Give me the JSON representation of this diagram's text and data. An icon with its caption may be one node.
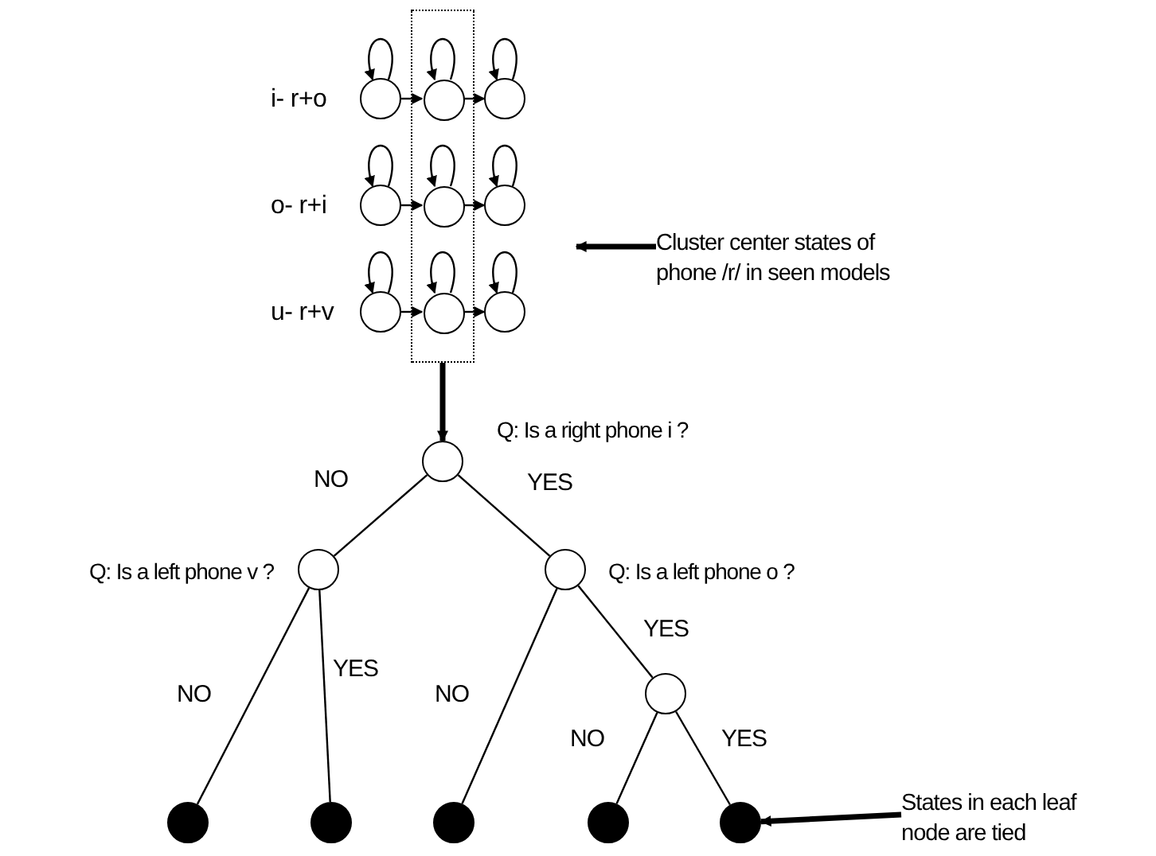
{
  "diagram": {
    "nodes": [
      {
        "text": [],
        "shape": "box"
      },
      {
        "text": [],
        "shape": "circle"
      },
      {
        "text": [],
        "shape": "circle",
        "in": 0
      },
      {
        "text": [],
        "shape": "circle"
      },
      {
        "text": [],
        "shape": "circle"
      },
      {
        "text": [],
        "shape": "circle",
        "in": 0
      },
      {
        "text": [],
        "shape": "circle"
      },
      {
        "text": [],
        "shape": "circle"
      },
      {
        "text": [],
        "shape": "circle",
        "in": 0
      },
      {
        "text": [],
        "shape": "circle"
      },
      {
        "text": [
          "Cluster center states of phone /r/ in seen models"
        ]
      },
      {
        "text": [],
        "shape": "circle",
        "beside": [
          "Q: Is a right phone i ?"
        ]
      },
      {
        "text": [],
        "shape": "circle",
        "beside": [
          "Q: Is a left phone v ?"
        ]
      },
      {
        "text": [],
        "shape": "circle",
        "beside": [
          "Q: Is a left phone o ?"
        ]
      },
      {
        "text": [],
        "shape": "circle"
      },
      {
        "text": [],
        "shape": "circle"
      },
      {
        "text": [],
        "shape": "circle"
      },
      {
        "text": [],
        "shape": "circle"
      },
      {
        "text": [],
        "shape": "circle"
      },
      {
        "text": [],
        "shape": "circle"
      },
      {
        "text": [
          "States in each leaf node are tied"
        ]
      }
    ],
    "edges": [
      {
        "from": 1,
        "to": 1,
        "arrow": "to"
      },
      {
        "from": 2,
        "to": 2,
        "arrow": "to"
      },
      {
        "from": 3,
        "to": 3,
        "arrow": "to"
      },
      {
        "from": 4,
        "to": 4,
        "arrow": "to"
      },
      {
        "from": 5,
        "to": 5,
        "arrow": "to"
      },
      {
        "from": 6,
        "to": 6,
        "arrow": "to"
      },
      {
        "from": 7,
        "to": 7,
        "arrow": "to"
      },
      {
        "from": 8,
        "to": 8,
        "arrow": "to"
      },
      {
        "from": 9,
        "to": 9,
        "arrow": "to"
      },
      {
        "from": 1,
        "to": 2,
        "arrow": "to"
      },
      {
        "from": 2,
        "to": 3,
        "arrow": "to"
      },
      {
        "from": 4,
        "to": 5,
        "arrow": "to"
      },
      {
        "from": 5,
        "to": 6,
        "arrow": "to"
      },
      {
        "from": 7,
        "to": 8,
        "arrow": "to"
      },
      {
        "from": 8,
        "to": 9,
        "arrow": "to"
      },
      {
        "from": 0,
        "to": 11,
        "arrow": "to",
        "style": "thick"
      },
      {
        "from": 10,
        "to": null,
        "arrow": "to",
        "style": "thick"
      },
      {
        "from": 11,
        "to": 12,
        "arrow": "none",
        "label": "NO"
      },
      {
        "from": 11,
        "to": 13,
        "arrow": "none",
        "label": "YES"
      },
      {
        "from": 12,
        "to": 15,
        "arrow": "none",
        "label": "NO"
      },
      {
        "from": 12,
        "to": 16,
        "arrow": "none",
        "label": "YES"
      },
      {
        "from": 13,
        "to": 17,
        "arrow": "none",
        "label": "NO"
      },
      {
        "from": 13,
        "to": 14,
        "arrow": "none",
        "label": "YES"
      },
      {
        "from": 14,
        "to": 18,
        "arrow": "none",
        "label": "NO"
      },
      {
        "from": 14,
        "to": 19,
        "arrow": "none",
        "label": "YES"
      },
      {
        "from": 20,
        "to": 19,
        "arrow": "to",
        "style": "thick"
      }
    ],
    "labels": [
      "i- r+o",
      "o- r+i",
      "u- r+v"
    ]
  }
}
